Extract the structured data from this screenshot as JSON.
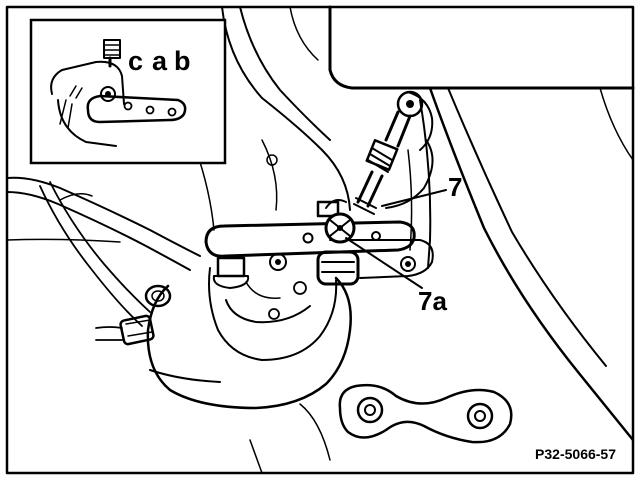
{
  "figure": {
    "callouts": {
      "inset_c": "c",
      "inset_a": "a",
      "inset_b": "b",
      "part_7": "7",
      "part_7a": "7a"
    },
    "figure_id": "P32-5066-57"
  }
}
